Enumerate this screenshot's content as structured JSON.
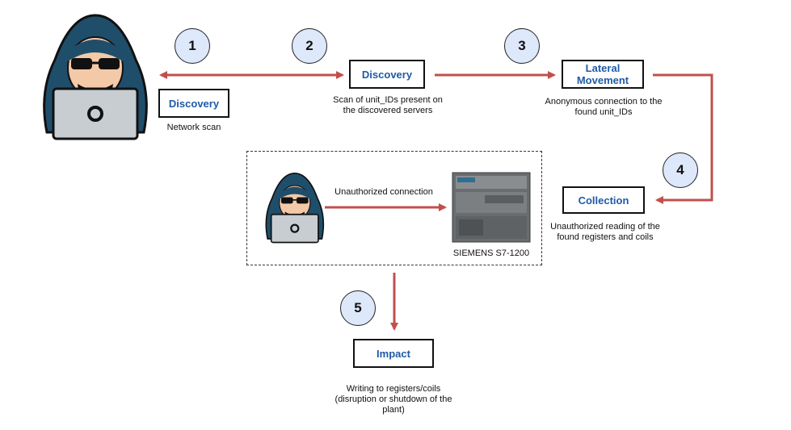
{
  "steps": {
    "s1": "1",
    "s2": "2",
    "s3": "3",
    "s4": "4",
    "s5": "5"
  },
  "boxes": {
    "discovery_network": "Discovery",
    "discovery_servers": "Discovery",
    "lateral_movement": "Lateral Movement",
    "collection": "Collection",
    "impact": "Impact"
  },
  "captions": {
    "network_scan": "Network scan",
    "scan_unit_ids": "Scan of unit_IDs present on the discovered servers",
    "anonymous_connection": "Anonymous connection to the found unit_IDs",
    "unauthorized_reading": "Unauthorized reading of the found registers and coils",
    "unauthorized_connection": "Unauthorized connection",
    "plc_model": "SIEMENS S7-1200",
    "writing": "Writing to registers/coils (disruption or shutdown of the plant)"
  },
  "colors": {
    "arrow": "#c0504d",
    "box_text": "#1f5aa6",
    "step_fill": "#dde8fa",
    "hood": "#1f4e6b",
    "skin": "#f4c9a8",
    "laptop": "#c8cdd2"
  },
  "icons": {
    "attacker_main": "hacker-icon",
    "attacker_small": "hacker-icon",
    "plc": "plc-device-icon"
  }
}
